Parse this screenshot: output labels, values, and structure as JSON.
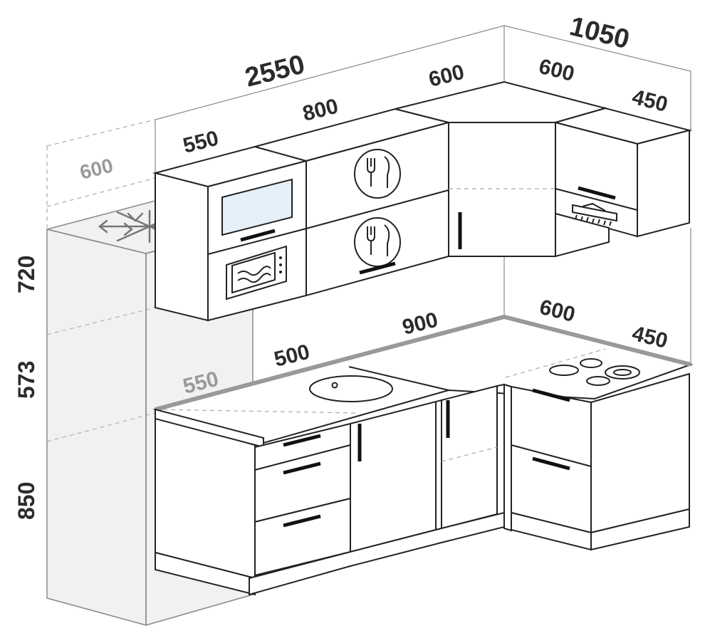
{
  "dimensions": {
    "total_width": "2550",
    "side_width": "1050",
    "fridge_depth": "600",
    "upper_corner_back": "600",
    "upper_corner_side": "600",
    "upper_550": "550",
    "upper_800": "800",
    "upper_end_450": "450",
    "height_upper": "720",
    "height_gap": "573",
    "height_base": "850",
    "base_550": "550",
    "base_500": "500",
    "base_900": "900",
    "base_corner_600": "600",
    "base_end_450": "450"
  },
  "colors": {
    "outline": "#222222",
    "microwave_window": "#e6f0fb",
    "fridge_ghost": "#d8d8d8",
    "countertop_edge": "#999999"
  },
  "icons": [
    "snowflake-icon",
    "microwave-icon",
    "cutlery-icon",
    "hood-icon",
    "cooktop-icon",
    "sink-icon"
  ]
}
